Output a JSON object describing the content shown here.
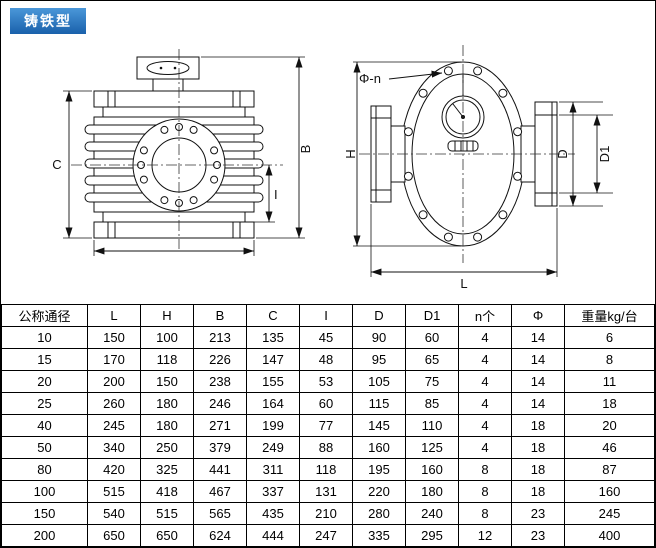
{
  "badge": {
    "label": "铸铁型"
  },
  "drawings": {
    "front_view": {
      "dim_c": "C",
      "dim_b": "B",
      "dim_i": "I"
    },
    "side_view": {
      "bolt_note": "Φ-n",
      "dim_h": "H",
      "dim_d": "D",
      "dim_d1": "D1",
      "dim_l": "L"
    }
  },
  "table": {
    "headers": [
      "公称通径",
      "L",
      "H",
      "B",
      "C",
      "I",
      "D",
      "D1",
      "n个",
      "Φ",
      "重量kg/台"
    ],
    "rows": [
      [
        "10",
        "150",
        "100",
        "213",
        "135",
        "45",
        "90",
        "60",
        "4",
        "14",
        "6"
      ],
      [
        "15",
        "170",
        "118",
        "226",
        "147",
        "48",
        "95",
        "65",
        "4",
        "14",
        "8"
      ],
      [
        "20",
        "200",
        "150",
        "238",
        "155",
        "53",
        "105",
        "75",
        "4",
        "14",
        "11"
      ],
      [
        "25",
        "260",
        "180",
        "246",
        "164",
        "60",
        "115",
        "85",
        "4",
        "14",
        "18"
      ],
      [
        "40",
        "245",
        "180",
        "271",
        "199",
        "77",
        "145",
        "110",
        "4",
        "18",
        "20"
      ],
      [
        "50",
        "340",
        "250",
        "379",
        "249",
        "88",
        "160",
        "125",
        "4",
        "18",
        "46"
      ],
      [
        "80",
        "420",
        "325",
        "441",
        "311",
        "118",
        "195",
        "160",
        "8",
        "18",
        "87"
      ],
      [
        "100",
        "515",
        "418",
        "467",
        "337",
        "131",
        "220",
        "180",
        "8",
        "18",
        "160"
      ],
      [
        "150",
        "540",
        "515",
        "565",
        "435",
        "210",
        "280",
        "240",
        "8",
        "23",
        "245"
      ],
      [
        "200",
        "650",
        "650",
        "624",
        "444",
        "247",
        "335",
        "295",
        "12",
        "23",
        "400"
      ]
    ]
  }
}
